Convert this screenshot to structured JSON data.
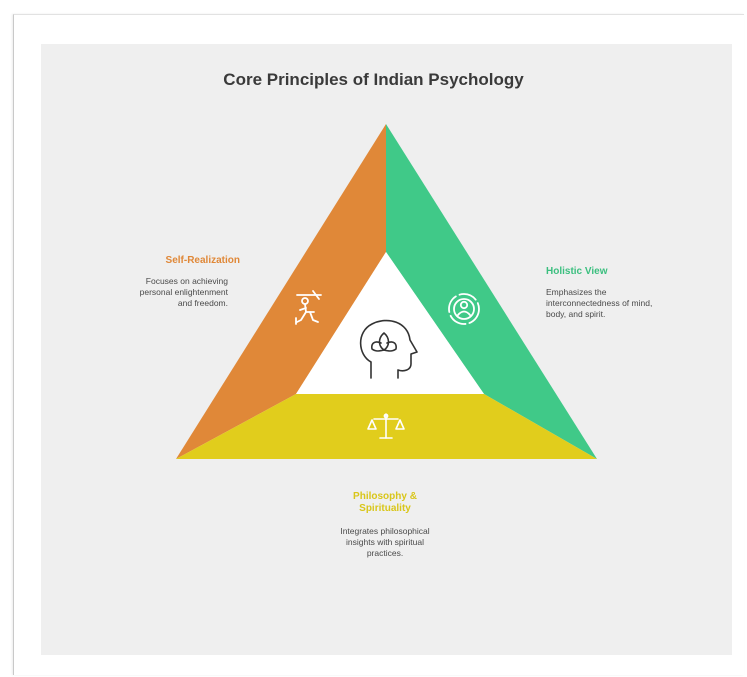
{
  "title": "Core Principles of Indian Psychology",
  "colors": {
    "self_realization": "#e08838",
    "holistic_view": "#40c988",
    "philosophy": "#e1cd1c",
    "background": "#efefef"
  },
  "sections": {
    "self_realization": {
      "title": "Self-Realization",
      "description": "Focuses on achieving personal enlightenment and freedom.",
      "icon": "climber-icon"
    },
    "holistic_view": {
      "title": "Holistic View",
      "description": "Emphasizes the interconnectedness of mind, body, and spirit.",
      "icon": "person-circle-icon"
    },
    "philosophy": {
      "title": "Philosophy & Spirituality",
      "description": "Integrates philosophical insights with spiritual practices.",
      "icon": "balance-scale-icon"
    },
    "center": {
      "icon": "head-lotus-icon"
    }
  }
}
